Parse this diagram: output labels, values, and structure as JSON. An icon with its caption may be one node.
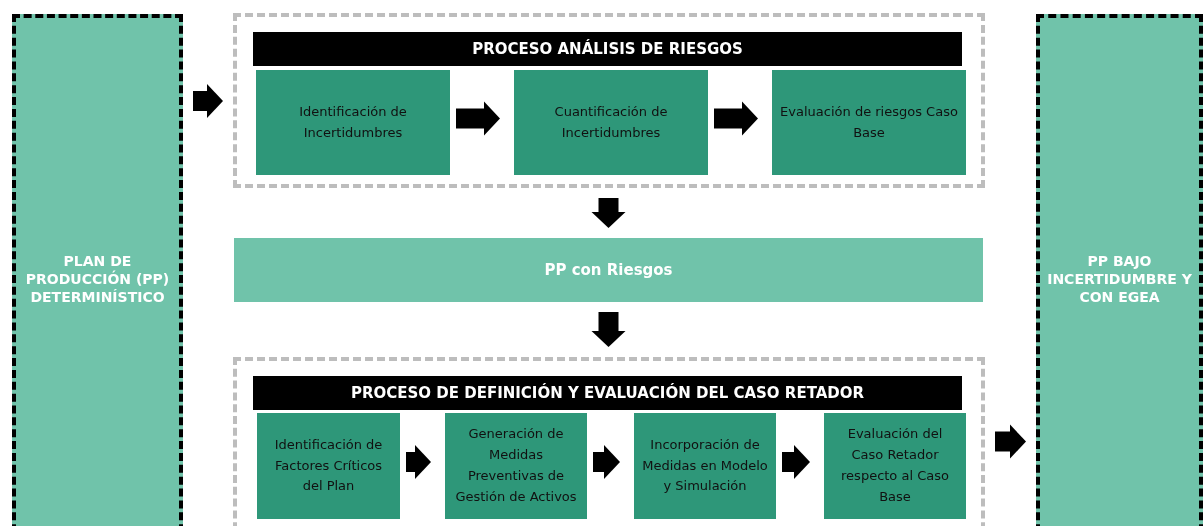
{
  "diagram": {
    "nodes": [
      {
        "text": [
          "PLAN DE PRODUCCIÓN (PP) DETERMINÍSTICO"
        ]
      },
      {
        "text": [
          "PROCESO ANÁLISIS DE RIESGOS"
        ]
      },
      {
        "text": [
          "Identificación de Incertidumbres"
        ],
        "in": 1
      },
      {
        "text": [
          "Cuantificación de Incertidumbres"
        ],
        "in": 1
      },
      {
        "text": [
          "Evaluación de riesgos Caso Base"
        ],
        "in": 1
      },
      {
        "text": [
          "PP con Riesgos"
        ]
      },
      {
        "text": [
          "PROCESO DE DEFINICIÓN Y EVALUACIÓN DEL CASO RETADOR"
        ]
      },
      {
        "text": [
          "Identificación de Factores Críticos del Plan"
        ],
        "in": 6
      },
      {
        "text": [
          "Generación de Medidas Preventivas de Gestión de Activos"
        ],
        "in": 6
      },
      {
        "text": [
          "Incorporación de Medidas en Modelo y Simulación"
        ],
        "in": 6
      },
      {
        "text": [
          "Evaluación del Caso Retador respecto al Caso Base"
        ],
        "in": 6
      },
      {
        "text": [
          "PP BAJO INCERTIDUMBRE Y CON EGEA"
        ]
      }
    ],
    "edges": [
      {
        "from": 0,
        "to": 1,
        "arrow": "to"
      },
      {
        "from": 2,
        "to": 3,
        "arrow": "to"
      },
      {
        "from": 3,
        "to": 4,
        "arrow": "to"
      },
      {
        "from": 1,
        "to": 5,
        "arrow": "to"
      },
      {
        "from": 5,
        "to": 6,
        "arrow": "to"
      },
      {
        "from": 7,
        "to": 8,
        "arrow": "to"
      },
      {
        "from": 8,
        "to": 9,
        "arrow": "to"
      },
      {
        "from": 9,
        "to": 10,
        "arrow": "to"
      },
      {
        "from": 6,
        "to": 11,
        "arrow": "to"
      }
    ]
  }
}
